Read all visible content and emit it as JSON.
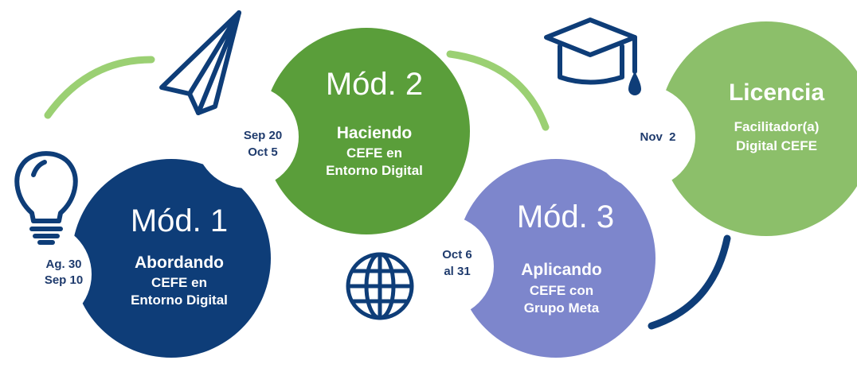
{
  "modules": [
    {
      "label": "Mód. 1",
      "title": "Abordando",
      "desc1": "CEFE en",
      "desc2": "Entorno Digital",
      "date1": "Ag. 30",
      "date2": "Sep 10",
      "color": "#0e3d78",
      "icon": "lightbulb-icon"
    },
    {
      "label": "Mód. 2",
      "title": "Haciendo",
      "desc1": "CEFE en",
      "desc2": "Entorno Digital",
      "date1": "Sep 20",
      "date2": "Oct 5",
      "color": "#5a9e3a",
      "icon": "paper-plane-icon"
    },
    {
      "label": "Mód. 3",
      "title": "Aplicando",
      "desc1": "CEFE con",
      "desc2": "Grupo Meta",
      "date1": "Oct 6",
      "date2": "al 31",
      "color": "#7d86cc",
      "icon": "globe-icon"
    }
  ],
  "licence": {
    "title": "Licencia",
    "desc1": "Facilitador(a)",
    "desc2": "Digital CEFE",
    "date": "Nov  2",
    "color": "#8cbf6a",
    "icon": "graduation-cap-icon"
  },
  "colors": {
    "icon_stroke": "#0e3d78",
    "arc_green": "#9bd073",
    "arc_navy": "#0e3d78",
    "date_text": "#1f3b6d"
  }
}
